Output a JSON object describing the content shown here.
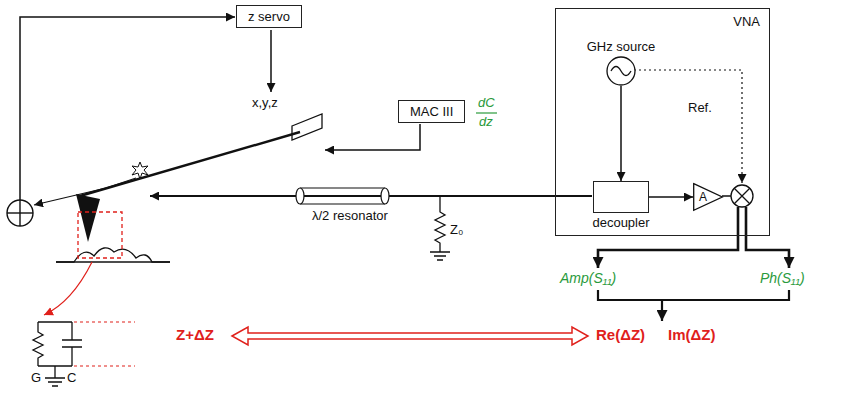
{
  "diagram": {
    "nodes": [
      {
        "text": [
          "z servo"
        ]
      },
      {
        "text": [
          "MAC III"
        ]
      },
      {
        "text": [
          "VNA"
        ]
      },
      {
        "text": [
          "GHz source"
        ],
        "in": 2
      },
      {
        "text": [
          "decoupler"
        ],
        "in": 2
      },
      {
        "text": [
          "A"
        ],
        "in": 2
      }
    ],
    "edges": [
      {
        "from": 3,
        "to": 4,
        "arrow": "to"
      },
      {
        "from": 4,
        "to": 5,
        "arrow": "to"
      }
    ],
    "labels": [
      "x,y,z",
      "dC",
      "dz",
      "λ/2 resonator",
      "Z₀",
      "Ref.",
      "Amp(S₁₁)",
      "Ph(S₁₁)",
      "Z+ΔZ",
      "Re(ΔZ)",
      "Im(ΔZ)",
      "G",
      "C"
    ]
  }
}
